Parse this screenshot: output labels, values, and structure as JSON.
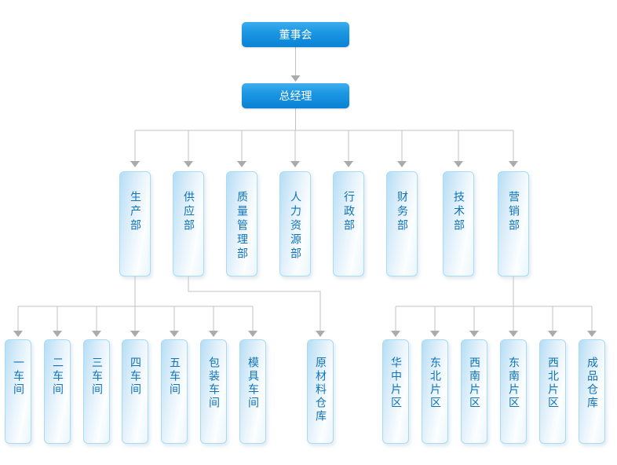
{
  "org": {
    "board": {
      "label": "董事会"
    },
    "general_manager": {
      "label": "总经理"
    },
    "departments": [
      {
        "label": "生产部"
      },
      {
        "label": "供应部"
      },
      {
        "label": "质量管理部"
      },
      {
        "label": "人力资源部"
      },
      {
        "label": "行政部"
      },
      {
        "label": "财务部"
      },
      {
        "label": "技术部"
      },
      {
        "label": "营销部"
      }
    ],
    "production_units": [
      {
        "label": "一车间"
      },
      {
        "label": "二车间"
      },
      {
        "label": "三车间"
      },
      {
        "label": "四车间"
      },
      {
        "label": "五车间"
      },
      {
        "label": "包装车间"
      },
      {
        "label": "模具车间"
      }
    ],
    "supply_units": [
      {
        "label": "原材料仓库"
      }
    ],
    "marketing_units": [
      {
        "label": "华中片区"
      },
      {
        "label": "东北片区"
      },
      {
        "label": "西南片区"
      },
      {
        "label": "东南片区"
      },
      {
        "label": "西北片区"
      },
      {
        "label": "成品仓库"
      }
    ]
  },
  "colors": {
    "top_node_gradient_start": "#3fadee",
    "top_node_gradient_end": "#0a81d5",
    "top_node_text": "#ffffff",
    "dept_node_border": "#a9daf3",
    "dept_node_fill_start": "#b5def5",
    "dept_node_text": "#1173b7",
    "connector_line": "#c2c2c2",
    "connector_arrow": "#ababab",
    "background": "#ffffff"
  }
}
